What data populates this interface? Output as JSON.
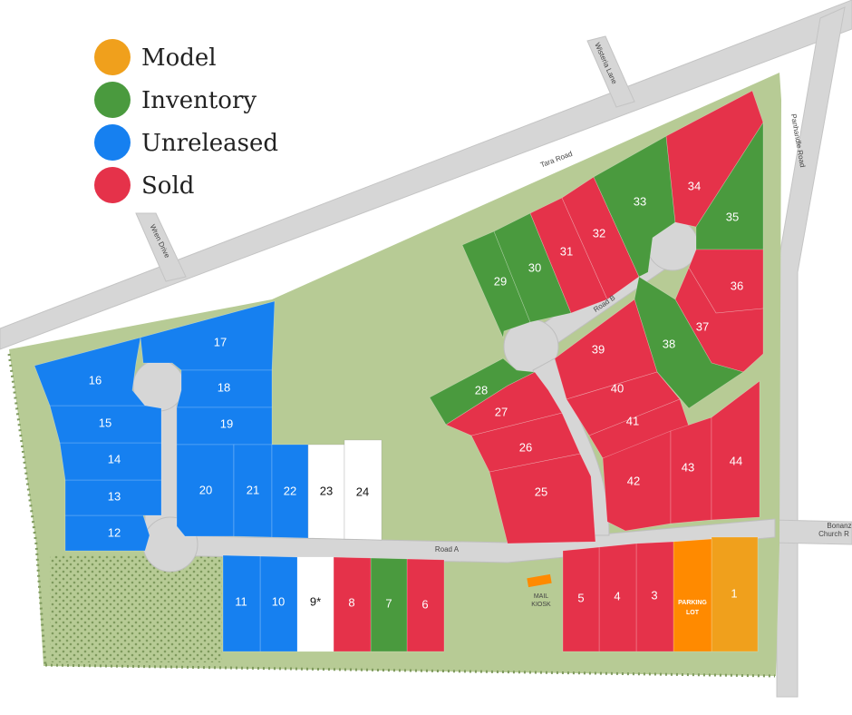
{
  "legend": [
    {
      "label": "Model",
      "color": "#F0A01C"
    },
    {
      "label": "Inventory",
      "color": "#4A9A3E"
    },
    {
      "label": "Unreleased",
      "color": "#1680F0"
    },
    {
      "label": "Sold",
      "color": "#E5324A"
    }
  ],
  "colors": {
    "model": "#F0A01C",
    "inventory": "#4A9A3E",
    "unreleased": "#1680F0",
    "sold": "#E5324A",
    "available": "#ffffff",
    "parking": "#FF8A00",
    "green_space": "#B7CB95",
    "road": "#D6D6D6"
  },
  "roads": {
    "tara": "Tara Road",
    "wisteria": "Wisteria Lane",
    "panhandle": "Panhandle Road",
    "wren": "Wren Drive",
    "road_a": "Road A",
    "road_b": "Road B",
    "bonanza_1": "Bonanz",
    "bonanza_2": "Church R"
  },
  "amenities": {
    "mail_1": "MAIL",
    "mail_2": "KIOSK",
    "parking_1": "PARKING",
    "parking_2": "LOT"
  },
  "lots": [
    {
      "id": "l1",
      "label": "1",
      "status": "model"
    },
    {
      "id": "l3",
      "label": "3",
      "status": "sold"
    },
    {
      "id": "l4",
      "label": "4",
      "status": "sold"
    },
    {
      "id": "l5",
      "label": "5",
      "status": "sold"
    },
    {
      "id": "l6",
      "label": "6",
      "status": "sold"
    },
    {
      "id": "l7",
      "label": "7",
      "status": "inventory"
    },
    {
      "id": "l8",
      "label": "8",
      "status": "sold"
    },
    {
      "id": "l9",
      "label": "9*",
      "status": "available"
    },
    {
      "id": "l10",
      "label": "10",
      "status": "unreleased"
    },
    {
      "id": "l11",
      "label": "11",
      "status": "unreleased"
    },
    {
      "id": "l12",
      "label": "12",
      "status": "unreleased"
    },
    {
      "id": "l13",
      "label": "13",
      "status": "unreleased"
    },
    {
      "id": "l14",
      "label": "14",
      "status": "unreleased"
    },
    {
      "id": "l15",
      "label": "15",
      "status": "unreleased"
    },
    {
      "id": "l16",
      "label": "16",
      "status": "unreleased"
    },
    {
      "id": "l17",
      "label": "17",
      "status": "unreleased"
    },
    {
      "id": "l18",
      "label": "18",
      "status": "unreleased"
    },
    {
      "id": "l19",
      "label": "19",
      "status": "unreleased"
    },
    {
      "id": "l20",
      "label": "20",
      "status": "unreleased"
    },
    {
      "id": "l21",
      "label": "21",
      "status": "unreleased"
    },
    {
      "id": "l22",
      "label": "22",
      "status": "unreleased"
    },
    {
      "id": "l23",
      "label": "23",
      "status": "available"
    },
    {
      "id": "l24",
      "label": "24",
      "status": "available"
    },
    {
      "id": "l25",
      "label": "25",
      "status": "sold"
    },
    {
      "id": "l26",
      "label": "26",
      "status": "sold"
    },
    {
      "id": "l27",
      "label": "27",
      "status": "sold"
    },
    {
      "id": "l28",
      "label": "28",
      "status": "inventory"
    },
    {
      "id": "l29",
      "label": "29",
      "status": "inventory"
    },
    {
      "id": "l30",
      "label": "30",
      "status": "inventory"
    },
    {
      "id": "l31",
      "label": "31",
      "status": "sold"
    },
    {
      "id": "l32",
      "label": "32",
      "status": "sold"
    },
    {
      "id": "l33",
      "label": "33",
      "status": "inventory"
    },
    {
      "id": "l34",
      "label": "34",
      "status": "sold"
    },
    {
      "id": "l35",
      "label": "35",
      "status": "inventory"
    },
    {
      "id": "l36",
      "label": "36",
      "status": "sold"
    },
    {
      "id": "l37",
      "label": "37",
      "status": "sold"
    },
    {
      "id": "l38",
      "label": "38",
      "status": "inventory"
    },
    {
      "id": "l39",
      "label": "39",
      "status": "sold"
    },
    {
      "id": "l40",
      "label": "40",
      "status": "sold"
    },
    {
      "id": "l41",
      "label": "41",
      "status": "sold"
    },
    {
      "id": "l42",
      "label": "42",
      "status": "sold"
    },
    {
      "id": "l43",
      "label": "43",
      "status": "sold"
    },
    {
      "id": "l44",
      "label": "44",
      "status": "sold"
    }
  ]
}
